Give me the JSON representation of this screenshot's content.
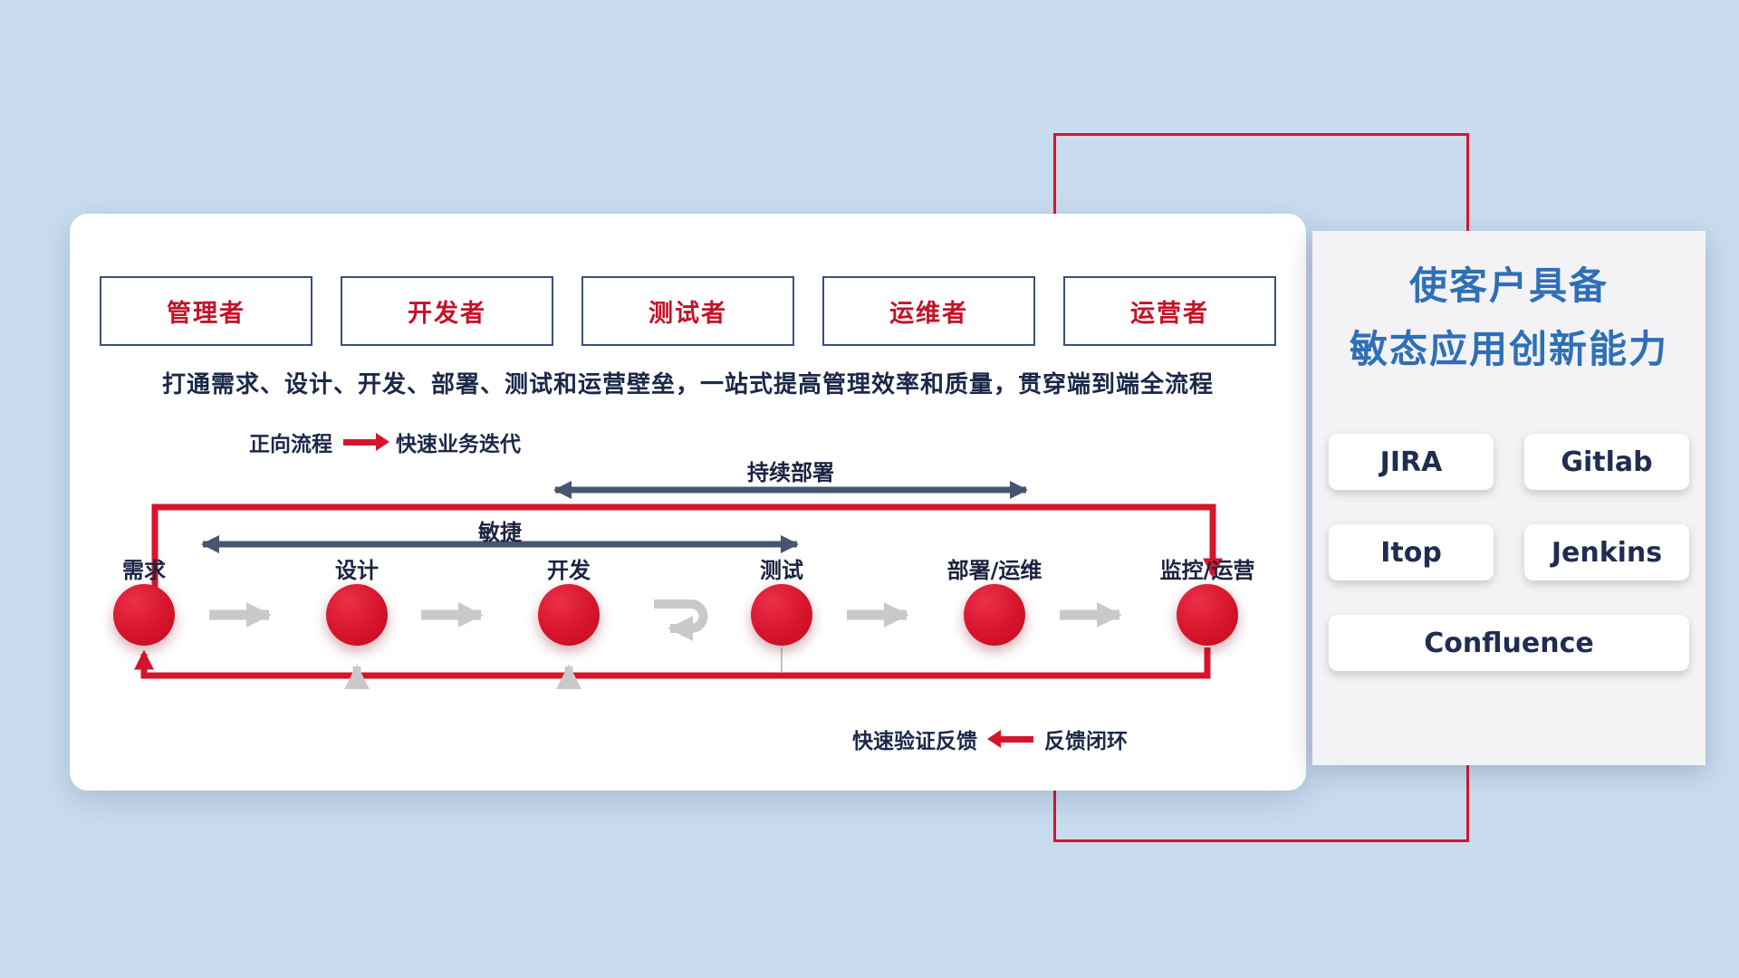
{
  "roles": [
    "管理者",
    "开发者",
    "测试者",
    "运维者",
    "运营者"
  ],
  "description": "打通需求、设计、开发、部署、测试和运营壁垒，一站式提高管理效率和质量，贯穿端到端全流程",
  "legend_forward": {
    "label": "正向流程",
    "value": "快速业务迭代"
  },
  "legend_feedback": {
    "label": "快速验证反馈",
    "value": "反馈闭环"
  },
  "flow": {
    "stages": [
      "需求",
      "设计",
      "开发",
      "测试",
      "部署/运维",
      "监控/运营"
    ],
    "agile_label": "敏捷",
    "cd_label": "持续部署"
  },
  "right_panel": {
    "title_line1": "使客户具备",
    "title_line2": "敏态应用创新能力",
    "tools": [
      "JIRA",
      "Gitlab",
      "Itop",
      "Jenkins",
      "Confluence"
    ]
  },
  "colors": {
    "accent_red": "#d6152c",
    "navy_arrow": "#47566f",
    "title_blue": "#2f6fb7",
    "text_dark": "#1b2848"
  }
}
